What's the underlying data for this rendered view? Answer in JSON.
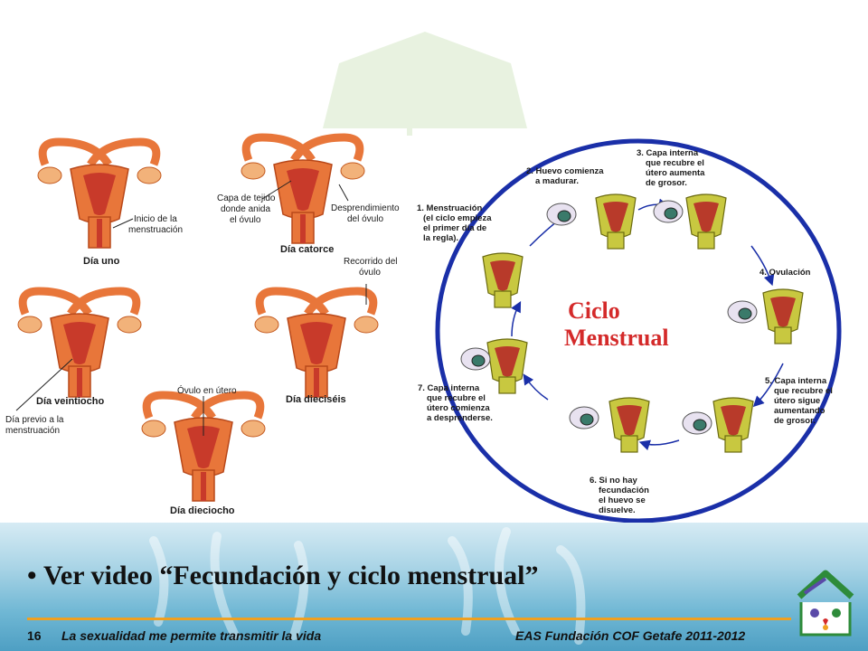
{
  "slide": {
    "bullet": "Ver video “Fecundación y ciclo menstrual”",
    "footer": {
      "page_number": "16",
      "left_text": "La sexualidad me permite transmitir la vida",
      "right_text": "EAS Fundación COF Getafe 2011-2012"
    }
  },
  "left_diagram": {
    "day_one": {
      "title": "Día uno",
      "label": "Inicio de la menstruación"
    },
    "day_fourteen": {
      "title": "Día catorce",
      "label_left": "Capa de tejido donde anida el óvulo",
      "label_right": "Desprendimiento del óvulo"
    },
    "day_twentyeight": {
      "title": "Día veintiocho",
      "label": "Día previo a la menstruación"
    },
    "day_sixteen": {
      "title": "Día dieciséis",
      "label": "Recorrido del óvulo"
    },
    "day_eighteen": {
      "title": "Día dieciocho",
      "label": "Óvulo en útero"
    }
  },
  "right_diagram": {
    "center_title_line1": "Ciclo",
    "center_title_line2": "Menstrual",
    "steps": [
      "1. Menstruación (el ciclo empieza el primer día de la regla).",
      "2. Huevo comienza a madurar.",
      "3. Capa interna que recubre el útero aumenta de grosor.",
      "4. Ovulación",
      "5. Capa interna que recubre el útero sigue aumentando de grosor.",
      "6. Si no hay fecundación el huevo se disuelve.",
      "7. Capa interna que recubre el útero comienza a desprenderse."
    ]
  },
  "colors": {
    "accent_orange": "#f0a020",
    "uterus_orange": "#e8763a",
    "uterus_green": "#c8c840",
    "cycle_blue": "#1a2fa8",
    "title_red": "#d42a2a"
  }
}
